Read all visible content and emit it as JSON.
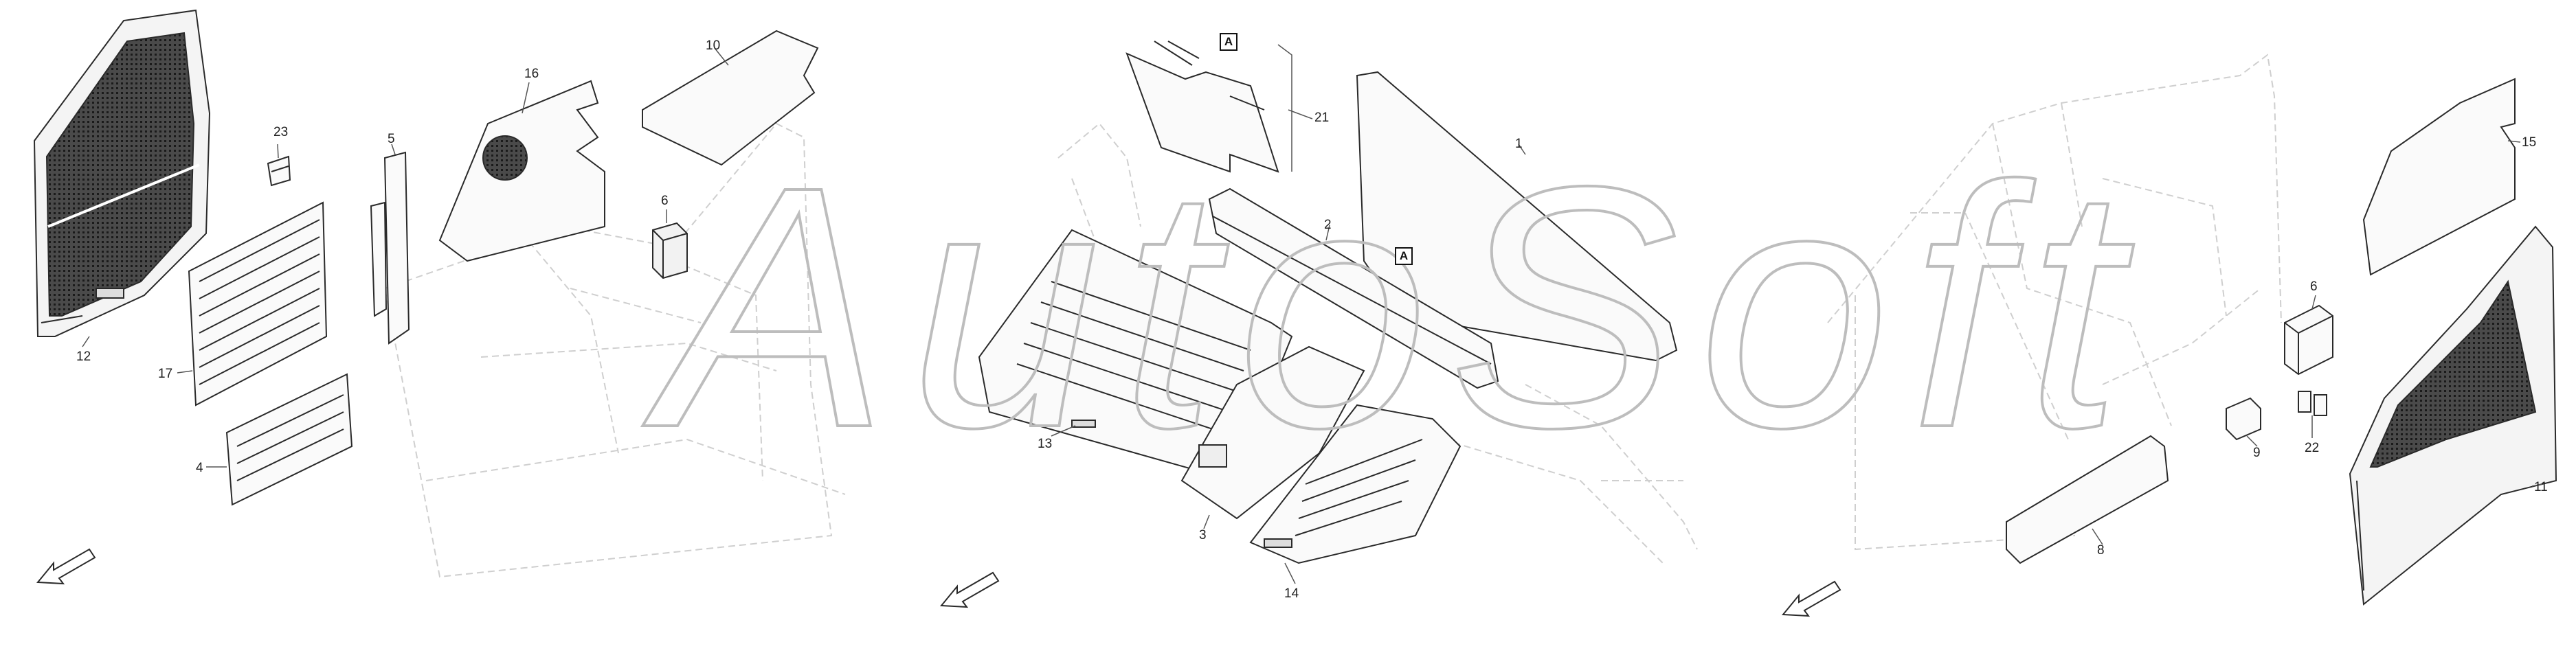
{
  "watermark": "AutoSoft",
  "callouts": {
    "left": [
      "23",
      "5",
      "16",
      "10",
      "6",
      "12",
      "17",
      "4"
    ],
    "center": [
      "21",
      "1",
      "2",
      "13",
      "3",
      "14"
    ],
    "right": [
      "15",
      "6",
      "9",
      "22",
      "8",
      "11"
    ]
  },
  "box_labels": [
    "A",
    "A"
  ],
  "icons": [
    "direction-arrow-icon",
    "direction-arrow-icon",
    "direction-arrow-icon"
  ],
  "colors": {
    "line": "#2a2a2a",
    "ghost": "#c8c8c8",
    "mesh": "#3a3a3a",
    "watermark": "#bdbdbd"
  }
}
